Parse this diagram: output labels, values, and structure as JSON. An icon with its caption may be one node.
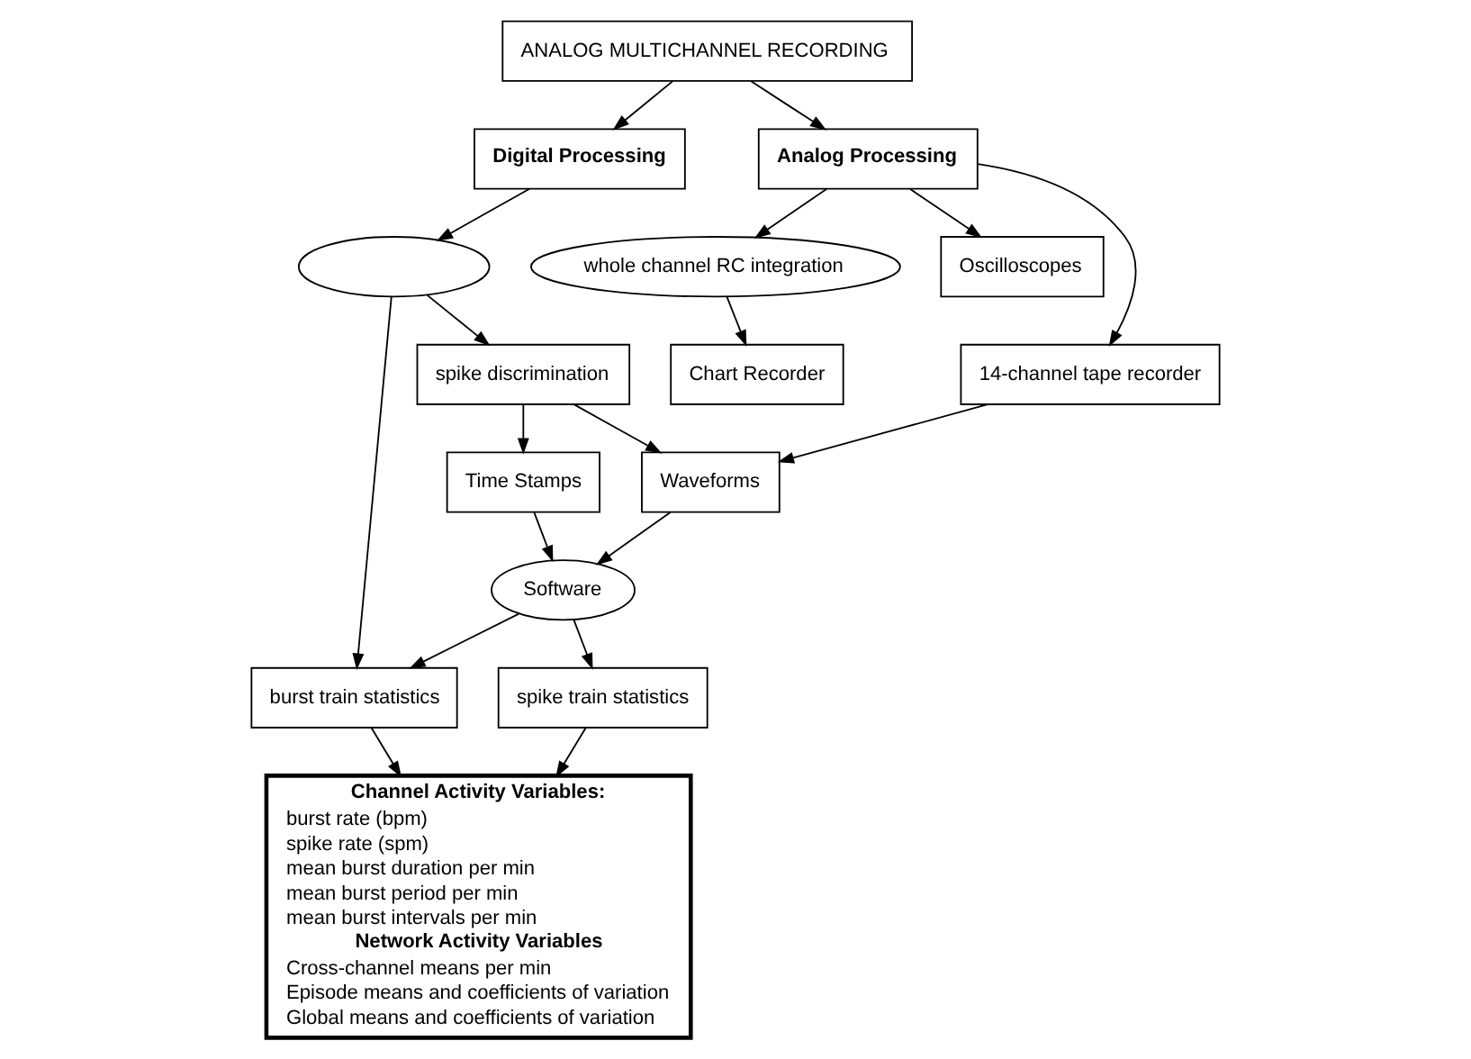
{
  "diagram": {
    "nodes": [
      {
        "text": [
          "ANALOG MULTICHANNEL RECORDING"
        ]
      },
      {
        "text": [
          "Digital Processing"
        ]
      },
      {
        "text": [
          "Analog Processing"
        ]
      },
      {
        "text": [],
        "shape": "ellipse"
      },
      {
        "text": [
          "whole channel RC integration"
        ]
      },
      {
        "text": [
          "14-channel tape recorder"
        ]
      },
      {
        "text": [
          "spike discrimination"
        ]
      },
      {
        "text": [
          "Chart Recorder"
        ]
      },
      {
        "text": [
          "Oscilloscopes"
        ]
      },
      {
        "text": [
          "Time Stamps"
        ]
      },
      {
        "text": [
          "Waveforms"
        ]
      },
      {
        "text": [
          "Software"
        ]
      },
      {
        "text": [
          "spike train statistics"
        ]
      },
      {
        "text": [
          "burst train statistics"
        ]
      },
      {
        "text": [
          "Channel Activity Variables:",
          "burst rate (bpm)",
          "spike rate (spm)",
          "mean burst duration per min",
          "mean burst period per min",
          "mean burst intervals per min",
          "Network Activity Variables",
          "Cross-channel means per min",
          "Episode means and coefficients of variation",
          "Global means and coefficients of variation"
        ]
      }
    ],
    "edges": [
      {
        "from": 0,
        "to": 1,
        "arrow": "to"
      },
      {
        "from": 0,
        "to": 2,
        "arrow": "to"
      },
      {
        "from": 1,
        "to": 3,
        "arrow": "to"
      },
      {
        "from": 2,
        "to": 4,
        "arrow": "to"
      },
      {
        "from": 2,
        "to": 8,
        "arrow": "to"
      },
      {
        "from": 2,
        "to": 5,
        "arrow": "to"
      },
      {
        "from": 3,
        "to": 6,
        "arrow": "to"
      },
      {
        "from": 3,
        "to": 13,
        "arrow": "to"
      },
      {
        "from": 4,
        "to": 7,
        "arrow": "to"
      },
      {
        "from": 5,
        "to": 10,
        "arrow": "to"
      },
      {
        "from": 6,
        "to": 9,
        "arrow": "to"
      },
      {
        "from": 6,
        "to": 10,
        "arrow": "to"
      },
      {
        "from": 9,
        "to": 11,
        "arrow": "to"
      },
      {
        "from": 10,
        "to": 11,
        "arrow": "to"
      },
      {
        "from": 11,
        "to": 12,
        "arrow": "to"
      },
      {
        "from": 11,
        "to": 13,
        "arrow": "to"
      },
      {
        "from": 13,
        "to": 14,
        "arrow": "to"
      },
      {
        "from": 12,
        "to": 14,
        "arrow": "to"
      }
    ]
  }
}
